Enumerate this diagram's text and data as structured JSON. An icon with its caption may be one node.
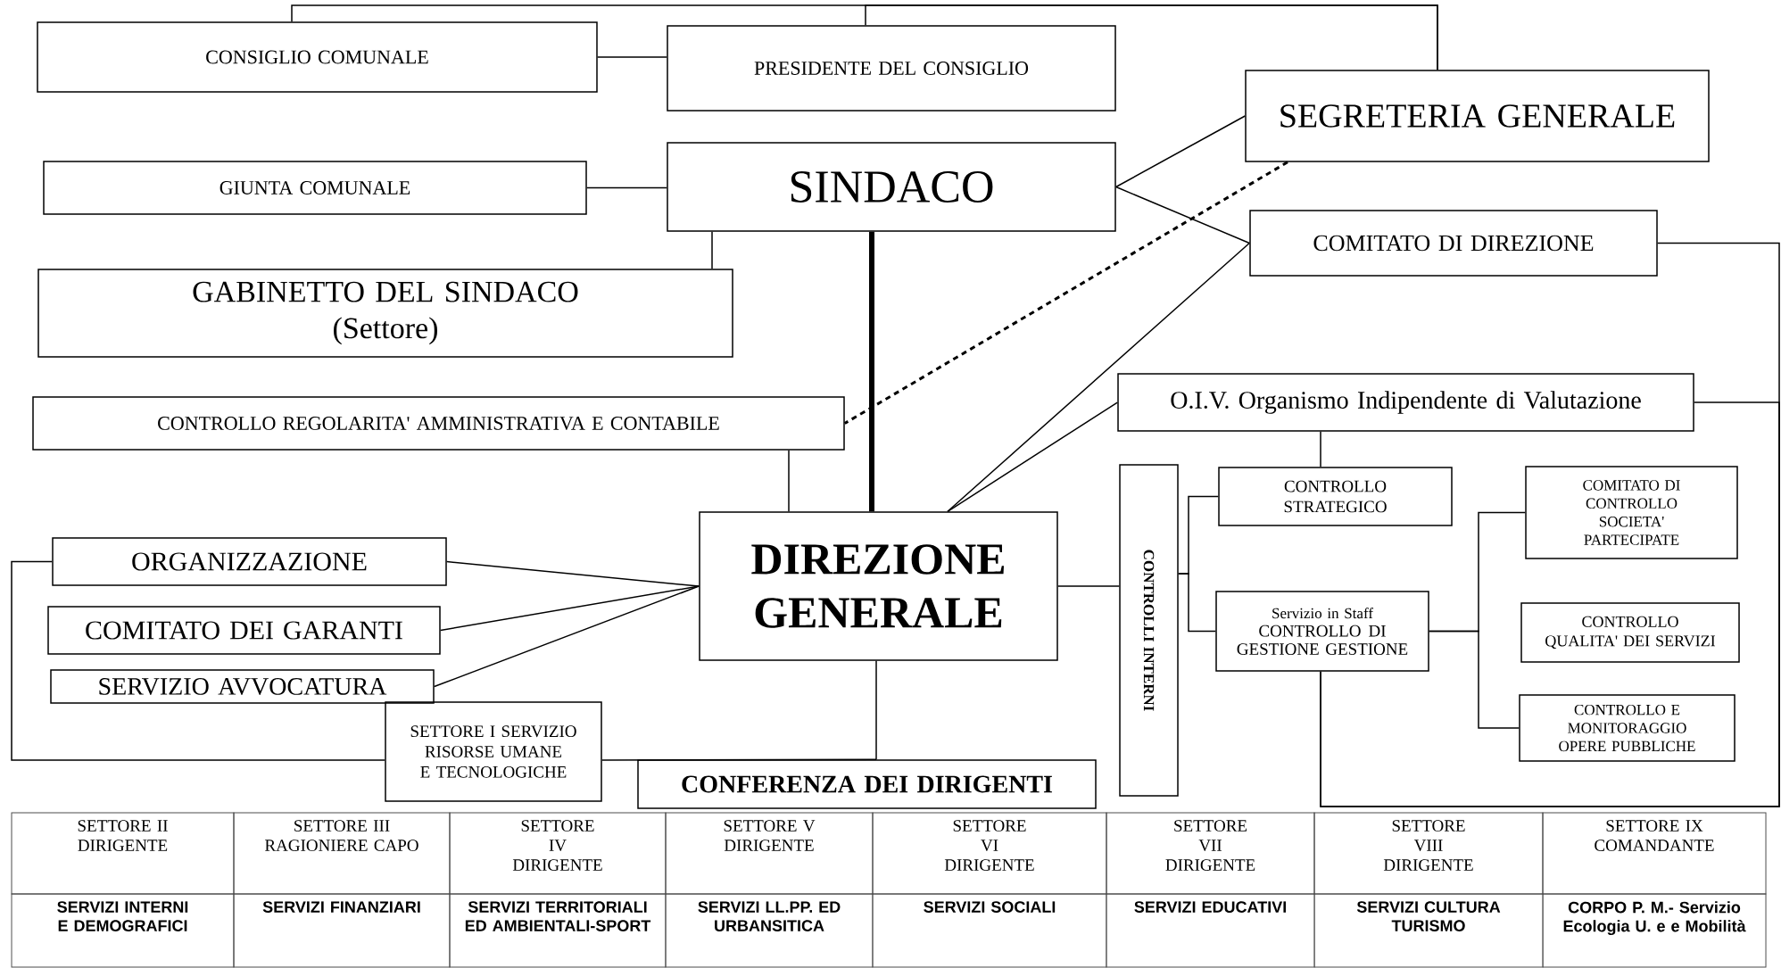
{
  "diagram": {
    "nodes": [
      {
        "text": [
          "CONSIGLIO COMUNALE"
        ]
      },
      {
        "text": [
          "PRESIDENTE DEL CONSIGLIO"
        ]
      },
      {
        "text": [
          "SEGRETERIA GENERALE"
        ]
      },
      {
        "text": [
          "GIUNTA COMUNALE"
        ]
      },
      {
        "text": [
          "SINDACO"
        ]
      },
      {
        "text": [
          "COMITATO DI DIREZIONE"
        ]
      },
      {
        "text": [
          "GABINETTO DEL SINDACO",
          "(Settore)"
        ]
      },
      {
        "text": [
          "O.I.V. Organismo Indipendente di Valutazione"
        ]
      },
      {
        "text": [
          "CONTROLLO REGOLARITA' AMMINISTRATIVA E CONTABILE"
        ]
      },
      {
        "text": [
          "CONTROLLI INTERNI"
        ]
      },
      {
        "text": [
          "CONTROLLO STRATEGICO"
        ]
      },
      {
        "text": [
          "COMITATO DI CONTROLLO SOCIETA' PARTECIPATE"
        ]
      },
      {
        "text": [
          "ORGANIZZAZIONE"
        ]
      },
      {
        "text": [
          "DIREZIONE GENERALE"
        ]
      },
      {
        "text": [
          "Servizio in Staff",
          "CONTROLLO DI GESTIONE GESTIONE"
        ]
      },
      {
        "text": [
          "CONTROLLO QUALITA' DEI SERVIZI"
        ]
      },
      {
        "text": [
          "COMITATO DEI GARANTI"
        ]
      },
      {
        "text": [
          "SERVIZIO AVVOCATURA"
        ]
      },
      {
        "text": [
          "CONTROLLO E MONITORAGGIO OPERE PUBBLICHE"
        ]
      },
      {
        "text": [
          "SETTORE I SERVIZIO RISORSE UMANE E TECNOLOGICHE"
        ]
      },
      {
        "text": [
          "CONFERENZA DEI DIRIGENTI"
        ]
      }
    ],
    "edges": [
      {
        "from": 0,
        "to": 1,
        "arrow": "none"
      },
      {
        "from": 0,
        "to": 2,
        "arrow": "none"
      },
      {
        "from": 1,
        "to": 2,
        "arrow": "none"
      },
      {
        "from": 3,
        "to": 4,
        "arrow": "none"
      },
      {
        "from": 4,
        "to": 2,
        "arrow": "none"
      },
      {
        "from": 4,
        "to": 5,
        "arrow": "none"
      },
      {
        "from": 4,
        "to": 6,
        "arrow": "none"
      },
      {
        "from": 4,
        "to": 13,
        "arrow": "none",
        "style": "thick"
      },
      {
        "from": 2,
        "to": 8,
        "arrow": "none",
        "style": "dashed"
      },
      {
        "from": 5,
        "to": 13,
        "arrow": "none"
      },
      {
        "from": 7,
        "to": 13,
        "arrow": "none"
      },
      {
        "from": 8,
        "to": 13,
        "arrow": "none"
      },
      {
        "from": 12,
        "to": 13,
        "arrow": "none"
      },
      {
        "from": 16,
        "to": 13,
        "arrow": "none"
      },
      {
        "from": 17,
        "to": 13,
        "arrow": "none"
      },
      {
        "from": 13,
        "to": 20,
        "arrow": "none"
      },
      {
        "from": 12,
        "to": 19,
        "arrow": "none"
      },
      {
        "from": 19,
        "to": 20,
        "arrow": "none"
      },
      {
        "from": 13,
        "to": 9,
        "arrow": "none"
      },
      {
        "from": 9,
        "to": 10,
        "arrow": "none"
      },
      {
        "from": 9,
        "to": 14,
        "arrow": "none"
      },
      {
        "from": 7,
        "to": 10,
        "arrow": "none"
      },
      {
        "from": 14,
        "to": 11,
        "arrow": "none"
      },
      {
        "from": 14,
        "to": 18,
        "arrow": "none"
      },
      {
        "from": 5,
        "to": 14,
        "arrow": "none"
      },
      {
        "from": 7,
        "to": 14,
        "arrow": "none"
      }
    ],
    "labels": [
      "SETTORE II DIRIGENTE",
      "SETTORE III RAGIONIERE CAPO",
      "SETTORE IV DIRIGENTE",
      "SETTORE V DIRIGENTE",
      "SETTORE VI DIRIGENTE",
      "SETTORE VII DIRIGENTE",
      "SETTORE VIII DIRIGENTE",
      "SETTORE IX COMANDANTE",
      "SERVIZI INTERNI E DEMOGRAFICI",
      "SERVIZI FINANZIARI",
      "SERVIZI TERRITORIALI ED AMBIENTALI-SPORT",
      "SERVIZI LL.PP. ED URBANSITICA",
      "SERVIZI SOCIALI",
      "SERVIZI EDUCATIVI",
      "SERVIZI CULTURA TURISMO",
      "CORPO P. M.- Servizio Ecologia U. e e Mobilità"
    ]
  }
}
